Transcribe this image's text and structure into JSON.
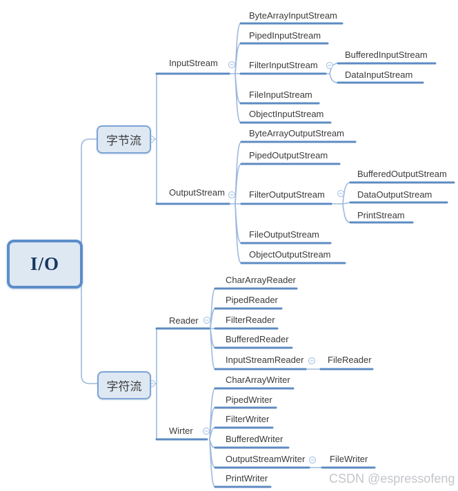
{
  "root": {
    "label": "I/O"
  },
  "branches": [
    {
      "label": "字节流",
      "children": [
        {
          "label": "InputStream",
          "children": [
            {
              "label": "ByteArrayInputStream"
            },
            {
              "label": "PipedInputStream"
            },
            {
              "label": "FilterInputStream",
              "children": [
                {
                  "label": "BufferedInputStream"
                },
                {
                  "label": "DataInputStream"
                }
              ]
            },
            {
              "label": "FileInputStream"
            },
            {
              "label": "ObjectInputStream"
            }
          ]
        },
        {
          "label": "OutputStream",
          "children": [
            {
              "label": "ByteArrayOutputStream"
            },
            {
              "label": "PipedOutputStream"
            },
            {
              "label": "FilterOutputStream",
              "children": [
                {
                  "label": "BufferedOutputStream"
                },
                {
                  "label": "DataOutputStream"
                },
                {
                  "label": "PrintStream"
                }
              ]
            },
            {
              "label": "FileOutputStream"
            },
            {
              "label": "ObjectOutputStream"
            }
          ]
        }
      ]
    },
    {
      "label": "字符流",
      "children": [
        {
          "label": "Reader",
          "children": [
            {
              "label": "CharArrayReader"
            },
            {
              "label": "PipedReader"
            },
            {
              "label": "FilterReader"
            },
            {
              "label": "BufferedReader"
            },
            {
              "label": "InputStreamReader",
              "children": [
                {
                  "label": "FileReader"
                }
              ]
            }
          ]
        },
        {
          "label": "Wirter",
          "children": [
            {
              "label": "CharArrayWriter"
            },
            {
              "label": "PipedWriter"
            },
            {
              "label": "FilterWriter"
            },
            {
              "label": "BufferedWriter"
            },
            {
              "label": "OutputStreamWriter",
              "children": [
                {
                  "label": "FileWriter"
                }
              ]
            },
            {
              "label": "PrintWriter"
            }
          ]
        }
      ]
    }
  ],
  "collapse_icon_glyph": "−",
  "watermark": {
    "text": "CSDN @espressofeng"
  },
  "colors": {
    "line_strong": "#4f81bd",
    "line_light": "#9db9de",
    "node_fill": "#dee8f3",
    "node_border": "#7ba3d4",
    "root_border": "#5b8dc9",
    "root_text": "#17365d",
    "label_text": "#3a3a3a",
    "watermark_text": "#c3c6ca"
  }
}
